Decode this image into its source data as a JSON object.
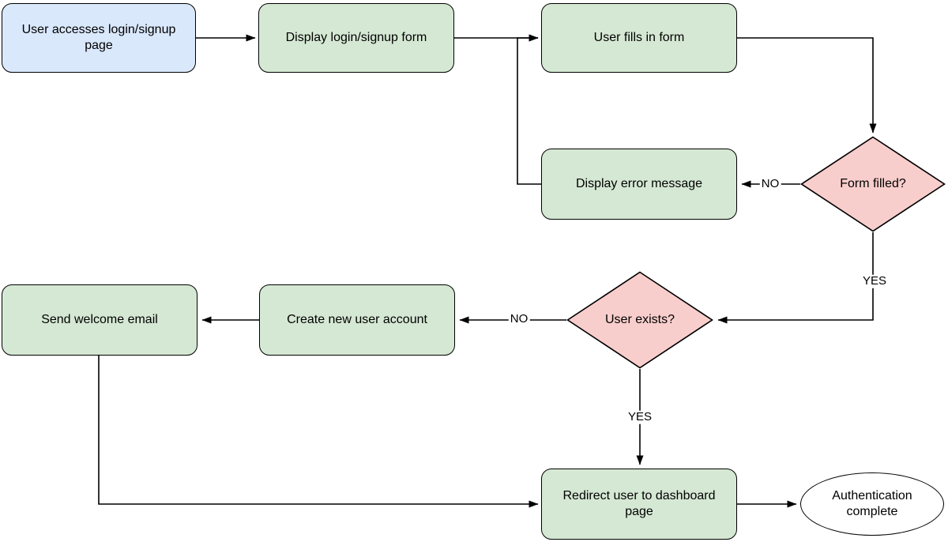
{
  "diagram": {
    "type": "flowchart",
    "background_color": "#ffffff",
    "stroke_color": "#000000",
    "text_color": "#000000",
    "palette": {
      "start_fill": "#dae8fc",
      "process_fill": "#d5e8d4",
      "decision_fill": "#f8cecc",
      "terminator_fill": "#ffffff"
    }
  },
  "nodes": {
    "start": {
      "label": "User accesses login/signup page",
      "shape": "rounded-rectangle",
      "fill": "#dae8fc"
    },
    "display_form": {
      "label": "Display login/signup form",
      "shape": "rounded-rectangle",
      "fill": "#d5e8d4"
    },
    "fill_form": {
      "label": "User fills in form",
      "shape": "rounded-rectangle",
      "fill": "#d5e8d4"
    },
    "display_error": {
      "label": "Display error message",
      "shape": "rounded-rectangle",
      "fill": "#d5e8d4"
    },
    "form_filled": {
      "label": "Form filled?",
      "shape": "decision-diamond",
      "fill": "#f8cecc"
    },
    "user_exists": {
      "label": "User exists?",
      "shape": "decision-diamond",
      "fill": "#f8cecc"
    },
    "create_account": {
      "label": "Create new user account",
      "shape": "rounded-rectangle",
      "fill": "#d5e8d4"
    },
    "send_email": {
      "label": "Send welcome email",
      "shape": "rounded-rectangle",
      "fill": "#d5e8d4"
    },
    "redirect": {
      "label": "Redirect user to dashboard page",
      "shape": "rounded-rectangle",
      "fill": "#d5e8d4"
    },
    "complete": {
      "label": "Authentication complete",
      "shape": "terminator-ellipse",
      "fill": "#ffffff"
    }
  },
  "edge_labels": {
    "form_filled_no": "NO",
    "form_filled_yes": "YES",
    "user_exists_no": "NO",
    "user_exists_yes": "YES"
  }
}
